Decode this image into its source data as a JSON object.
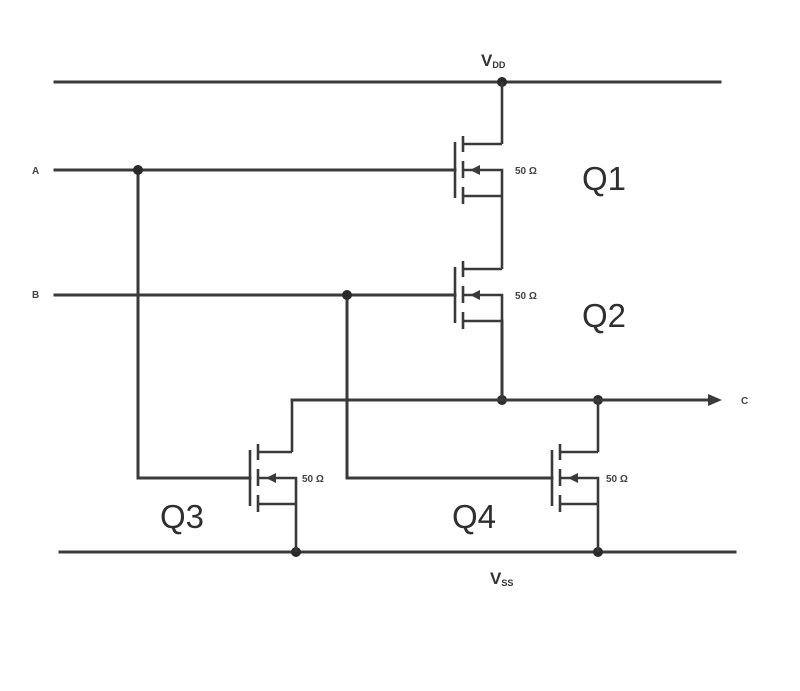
{
  "rails": {
    "vdd": {
      "main": "V",
      "sub": "DD"
    },
    "vss": {
      "main": "V",
      "sub": "SS"
    }
  },
  "inputs": {
    "a": "A",
    "b": "B"
  },
  "output": "C",
  "transistors": [
    {
      "label": "Q1",
      "value": "50 Ω"
    },
    {
      "label": "Q2",
      "value": "50 Ω"
    },
    {
      "label": "Q3",
      "value": "50 Ω"
    },
    {
      "label": "Q4",
      "value": "50 Ω"
    }
  ]
}
